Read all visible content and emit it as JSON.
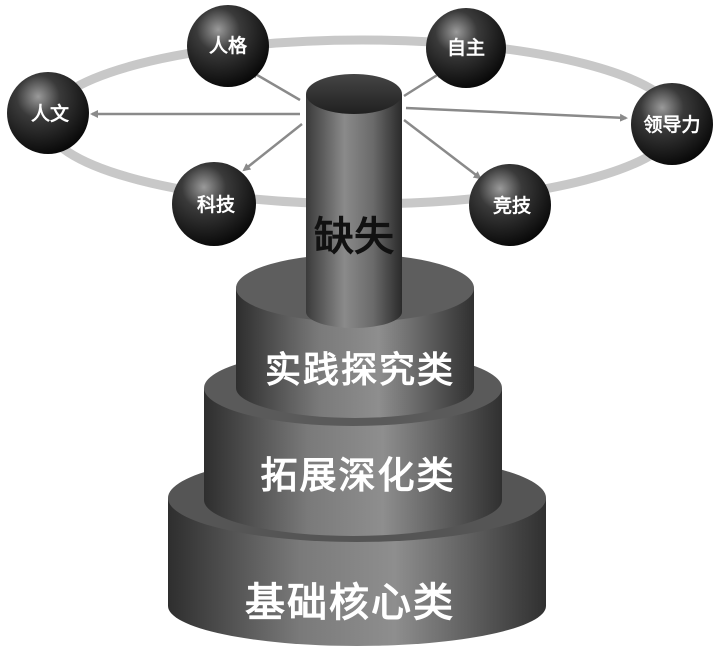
{
  "pillar": {
    "label": "缺失"
  },
  "tiers": [
    {
      "id": "top",
      "label": "实践探究类"
    },
    {
      "id": "middle",
      "label": "拓展深化类"
    },
    {
      "id": "bottom",
      "label": "基础核心类"
    }
  ],
  "spheres": [
    {
      "id": "humanity-personality",
      "label": "人格"
    },
    {
      "id": "autonomy",
      "label": "自主"
    },
    {
      "id": "humanities",
      "label": "人文"
    },
    {
      "id": "leadership",
      "label": "领导力"
    },
    {
      "id": "technology",
      "label": "科技"
    },
    {
      "id": "competition",
      "label": "竞技"
    }
  ]
}
